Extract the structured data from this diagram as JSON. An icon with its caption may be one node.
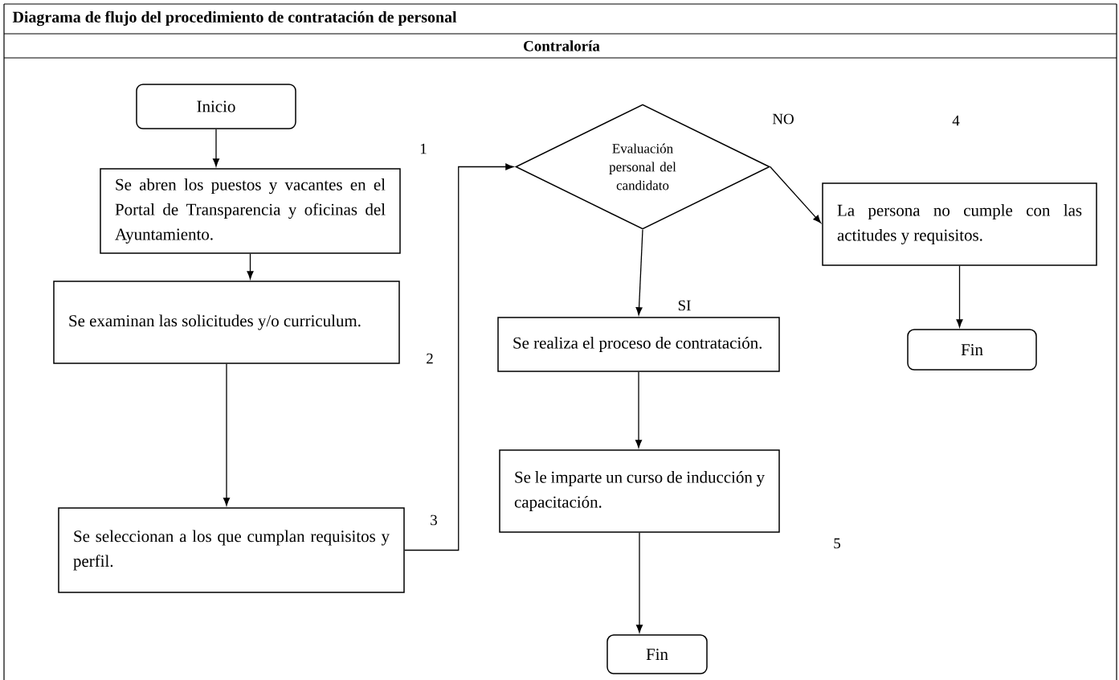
{
  "diagram": {
    "title": "Diagrama de flujo del procedimiento de contratación de personal",
    "nodes": [
      {
        "text": [
          "Inicio"
        ]
      },
      {
        "text": [
          "Se abren los puestos y vacantes en el Portal de Transparencia y oficinas del Ayuntamiento."
        ]
      },
      {
        "text": [
          "Se examinan las solicitudes y/o curriculum."
        ]
      },
      {
        "text": [
          "Se seleccionan a los que cumplan requisitos y perfil."
        ]
      },
      {
        "text": [
          "Evaluación personal del candidato"
        ]
      },
      {
        "text": [
          "Se realiza el proceso de contratación."
        ]
      },
      {
        "text": [
          "Se le imparte un curso de inducción y capacitación."
        ]
      },
      {
        "text": [
          "Fin"
        ]
      },
      {
        "text": [
          "La persona no cumple con las actitudes y requisitos."
        ]
      },
      {
        "text": [
          "Fin"
        ]
      }
    ],
    "edges": [
      {
        "from": 0,
        "to": 1,
        "arrow": "to"
      },
      {
        "from": 1,
        "to": 2,
        "arrow": "to"
      },
      {
        "from": 2,
        "to": 3,
        "arrow": "to"
      },
      {
        "from": 3,
        "to": 4,
        "arrow": "to"
      },
      {
        "from": 4,
        "to": 8,
        "arrow": "to",
        "label": "NO"
      },
      {
        "from": 4,
        "to": 5,
        "arrow": "to",
        "label": "SI"
      },
      {
        "from": 5,
        "to": 6,
        "arrow": "to"
      },
      {
        "from": 6,
        "to": 7,
        "arrow": "to"
      },
      {
        "from": 8,
        "to": 9,
        "arrow": "to"
      }
    ],
    "labels": [
      "Contraloría",
      "1",
      "4",
      "2",
      "3",
      "5"
    ]
  }
}
